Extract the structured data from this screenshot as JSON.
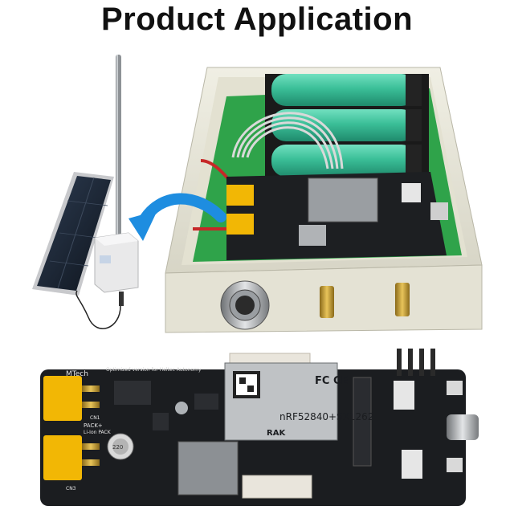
{
  "header": {
    "title": "Product Application"
  },
  "colors": {
    "enclosure": "#e8e6d8",
    "pcb": "#1b1d20",
    "battery": "#3bbf98",
    "connector": "#f2b705",
    "arrow": "#1e8de0",
    "solar": "#1d2734"
  },
  "board_labels": {
    "module_part": "nRF52840+SX1262",
    "brand": "MTech",
    "note": "Optimized version for Heltec Autonomy",
    "pack": "PACK+",
    "li_ion": "Li-Ion PACK",
    "cn1": "CN1",
    "cn3": "CN3",
    "fcc": "FC CE",
    "module_maker": "RAK",
    "cap": "220"
  },
  "icons": [
    "solar-panel-icon",
    "antenna-icon",
    "pointer-arrow-icon"
  ]
}
